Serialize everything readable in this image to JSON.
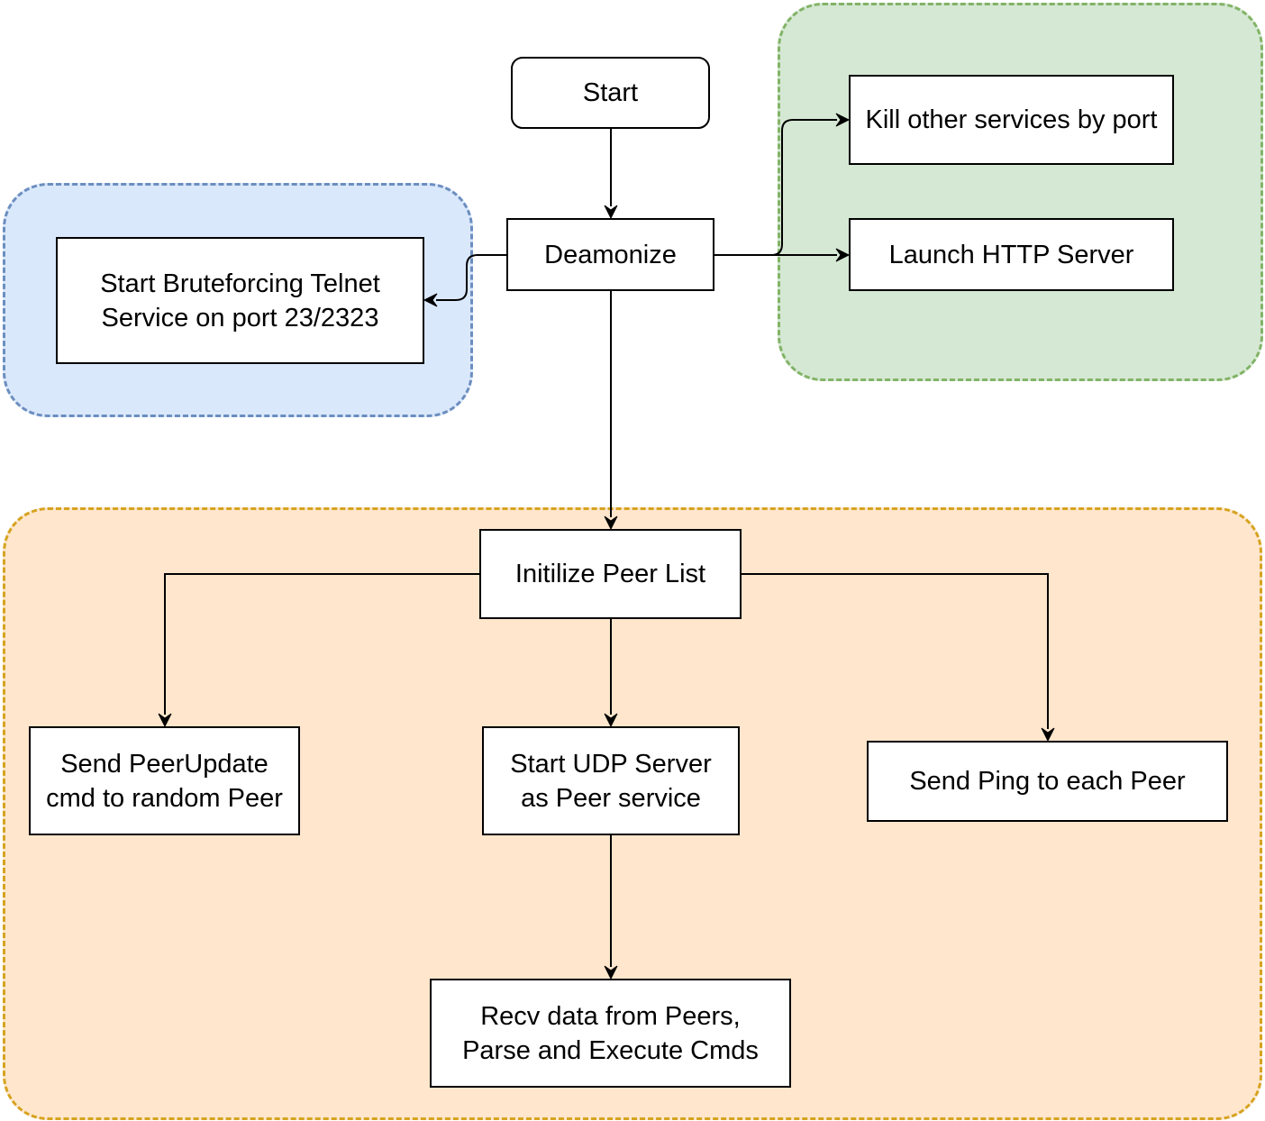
{
  "groups": {
    "telnet": {
      "fill": "#dae8fc",
      "stroke": "#6c8ebf"
    },
    "services": {
      "fill": "#d5e8d4",
      "stroke": "#82b366"
    },
    "peer": {
      "fill": "#ffe6cc",
      "stroke": "#d6a31f"
    }
  },
  "nodes": {
    "start": "Start",
    "deamonize": "Deamonize",
    "telnet": "Start Bruteforcing Telnet\nService on port 23/2323",
    "kill": "Kill other services by port",
    "http": "Launch HTTP Server",
    "peerlist": "Initilize Peer List",
    "peerupdate": "Send PeerUpdate\ncmd to random Peer",
    "udp": "Start UDP Server\nas Peer service",
    "ping": "Send Ping to each Peer",
    "recv": "Recv data from Peers,\nParse and Execute Cmds"
  },
  "edges": [
    {
      "from": "start",
      "to": "deamonize"
    },
    {
      "from": "deamonize",
      "to": "telnet"
    },
    {
      "from": "deamonize",
      "to": "kill"
    },
    {
      "from": "deamonize",
      "to": "http"
    },
    {
      "from": "deamonize",
      "to": "peerlist"
    },
    {
      "from": "peerlist",
      "to": "peerupdate"
    },
    {
      "from": "peerlist",
      "to": "udp"
    },
    {
      "from": "peerlist",
      "to": "ping"
    },
    {
      "from": "udp",
      "to": "recv"
    }
  ]
}
